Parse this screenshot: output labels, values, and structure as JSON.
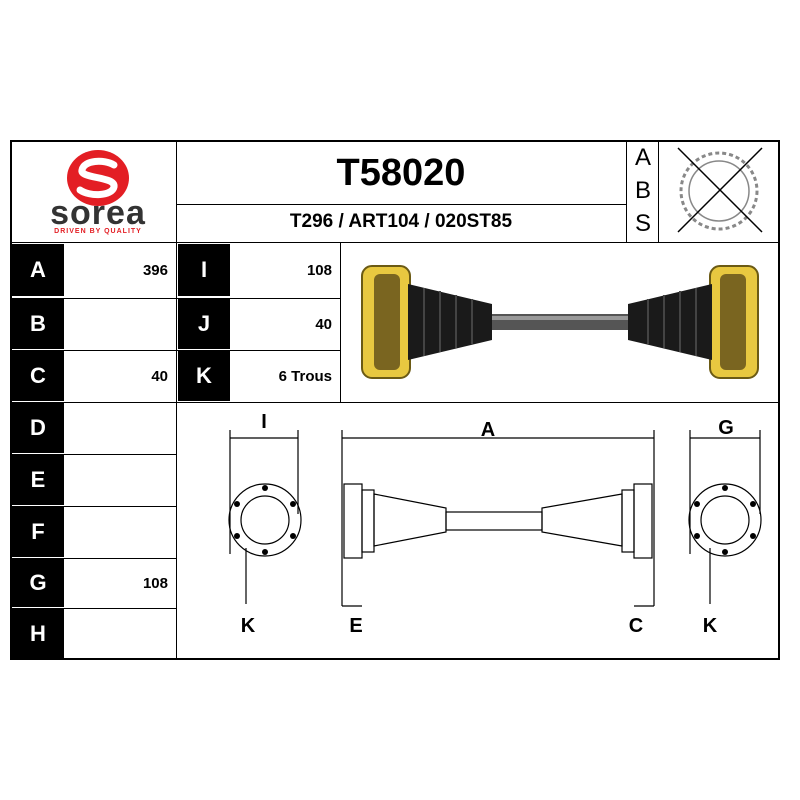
{
  "brand": {
    "name": "sorea",
    "tagline": "DRIVEN BY QUALITY",
    "color": "#e31e24"
  },
  "header": {
    "part_number": "T58020",
    "references": "T296 / ART104 / 020ST85"
  },
  "abs": {
    "letters": [
      "A",
      "B",
      "S"
    ],
    "icon": "abs-ring-crossed-icon"
  },
  "dimensions_left": [
    {
      "label": "A",
      "value": "396"
    },
    {
      "label": "B",
      "value": ""
    },
    {
      "label": "C",
      "value": "40"
    },
    {
      "label": "D",
      "value": ""
    },
    {
      "label": "E",
      "value": ""
    },
    {
      "label": "F",
      "value": ""
    },
    {
      "label": "G",
      "value": "108"
    },
    {
      "label": "H",
      "value": ""
    }
  ],
  "dimensions_mid": [
    {
      "label": "I",
      "value": "108"
    },
    {
      "label": "J",
      "value": "40"
    },
    {
      "label": "K",
      "value": "6 Trous"
    }
  ],
  "diagram": {
    "labels": {
      "I": "I",
      "A": "A",
      "G": "G",
      "K1": "K",
      "E": "E",
      "C": "C",
      "K2": "K"
    }
  },
  "colors": {
    "flange": "#e8c840",
    "boot": "#1a1a1a",
    "shaft": "#555555"
  }
}
